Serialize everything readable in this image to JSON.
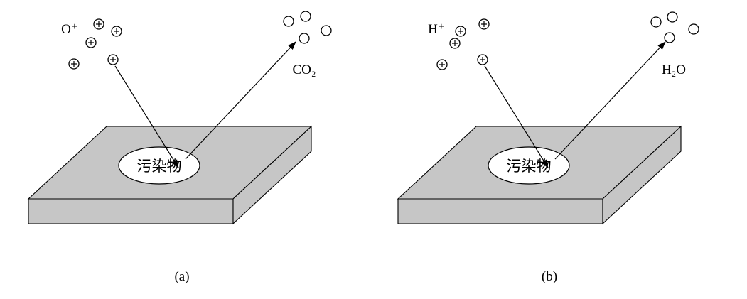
{
  "figure": {
    "panels": [
      {
        "reactant_label": "O⁺",
        "product_label": "CO₂",
        "surface_label": "污染物",
        "caption": "(a)"
      },
      {
        "reactant_label": "H⁺",
        "product_label": "H₂O",
        "surface_label": "污染物",
        "caption": "(b)"
      }
    ],
    "colors": {
      "slab_fill": "#c6c6c6",
      "outline": "#000000",
      "background": "#ffffff"
    }
  }
}
